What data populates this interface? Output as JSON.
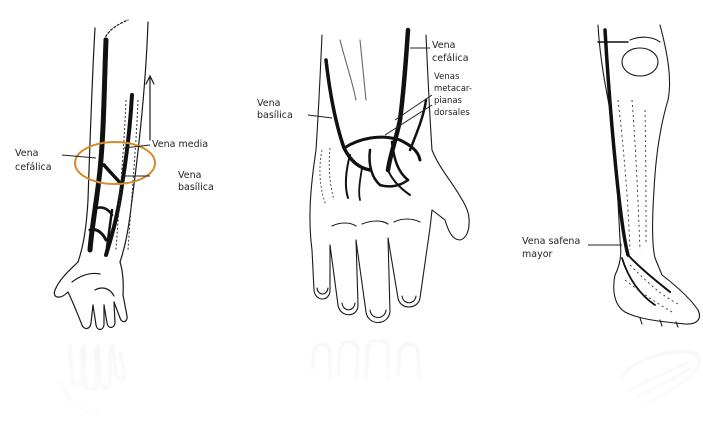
{
  "labels": {
    "arm_cephalic_line1": "Vena",
    "arm_cephalic_line2": "cefálica",
    "arm_median": "Vena media",
    "arm_basilic_line1": "Vena",
    "arm_basilic_line2": "basílica",
    "hand_cephalic_line1": "Vena",
    "hand_cephalic_line2": "cefálica",
    "hand_metacarpal_line1": "Venas",
    "hand_metacarpal_line2": "metacar-",
    "hand_metacarpal_line3": "pianas",
    "hand_metacarpal_line4": "dorsales",
    "hand_basilic_line1": "Vena",
    "hand_basilic_line2": "basílica",
    "leg_saphenous_line1": "Vena safena",
    "leg_saphenous_line2": "mayor"
  },
  "colors": {
    "highlight_ellipse": "#d98a2b",
    "ink": "#1a1a1a"
  }
}
